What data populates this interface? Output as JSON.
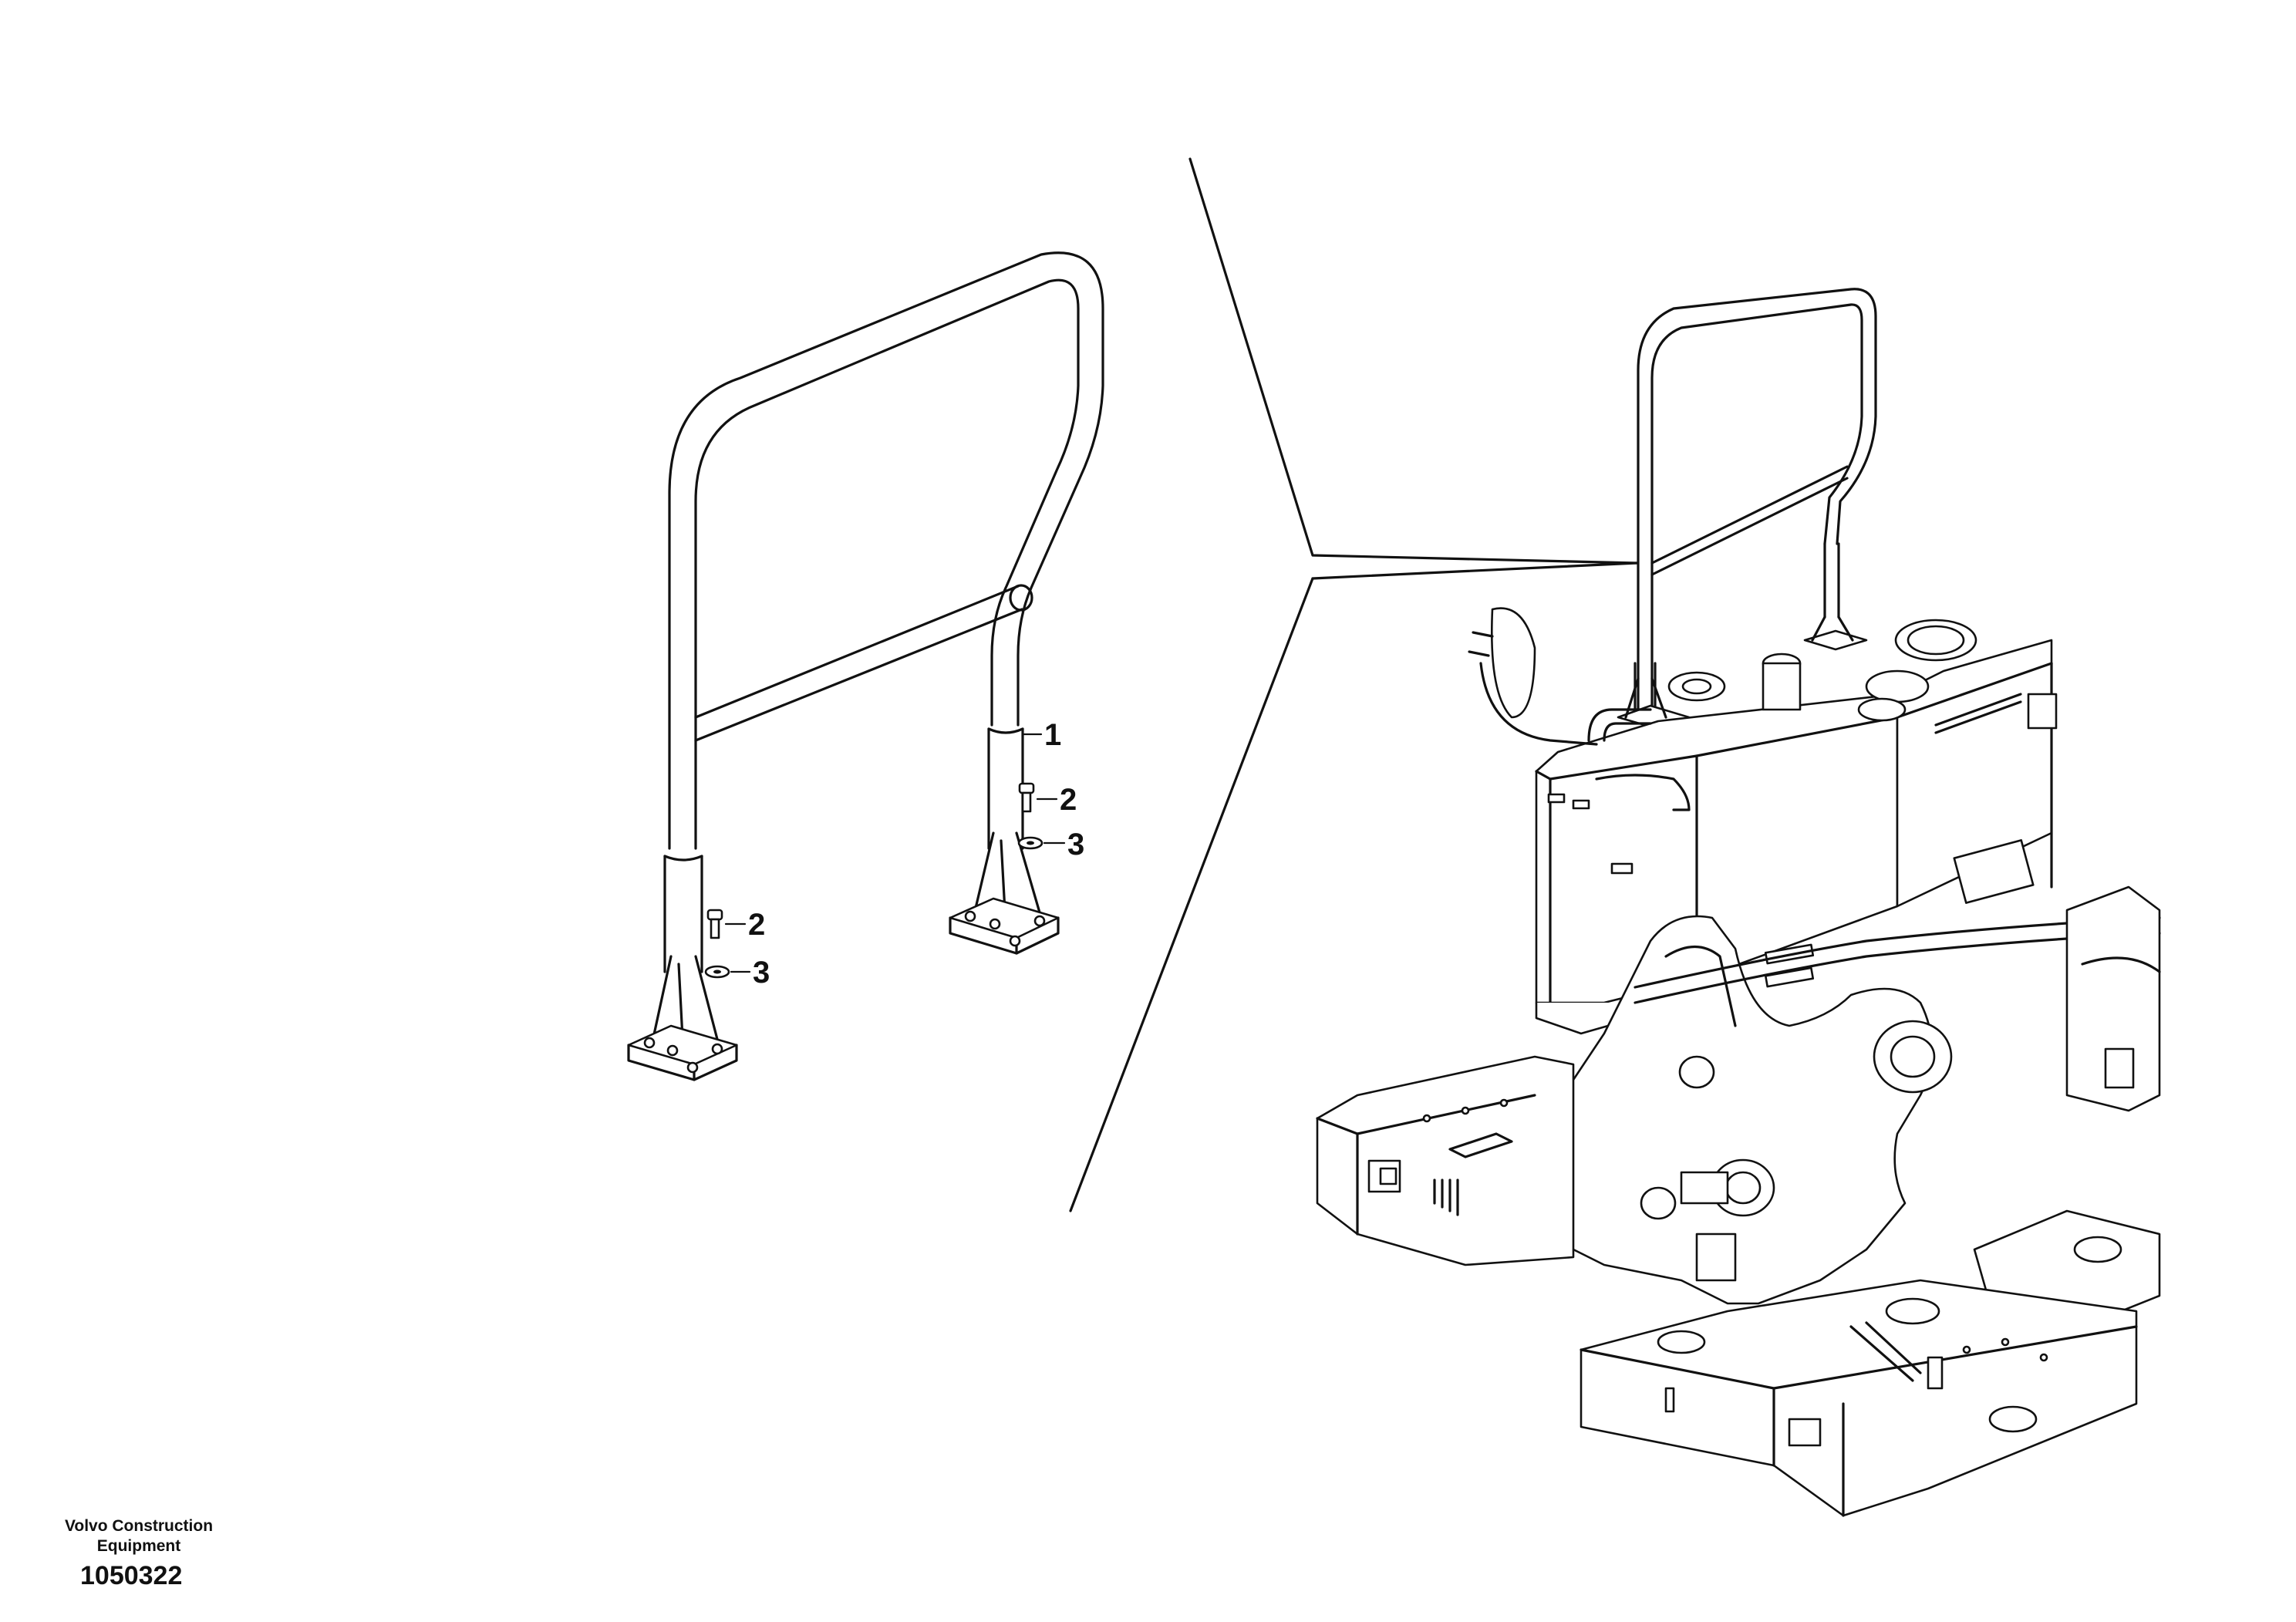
{
  "callouts": [
    {
      "id": "callout-1",
      "label": "1"
    },
    {
      "id": "callout-2a",
      "label": "2"
    },
    {
      "id": "callout-3a",
      "label": "3"
    },
    {
      "id": "callout-2b",
      "label": "2"
    },
    {
      "id": "callout-3b",
      "label": "3"
    }
  ],
  "footer": {
    "brand_line1": "Volvo Construction",
    "brand_line2": "Equipment",
    "document_number": "1050322"
  }
}
